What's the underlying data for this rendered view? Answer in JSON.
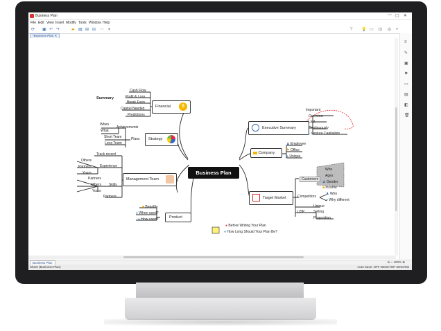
{
  "window": {
    "title": "Business Plan",
    "minimize": "—",
    "maximize": "▢",
    "close": "✕"
  },
  "menu": [
    "File",
    "Edit",
    "View",
    "Insert",
    "Modify",
    "Tools",
    "Window",
    "Help"
  ],
  "document_tab": "*Business Plan",
  "mindmap": {
    "central": "Business Plan",
    "summary_label": "Summary",
    "financial": {
      "label": "Financial",
      "items": [
        "Cash Flow",
        "Profit & Loss",
        "Break Even",
        "Capital Needed",
        "Predictions"
      ]
    },
    "strategy": {
      "label": "Strategy",
      "achievements": "Achievements",
      "when": "When",
      "what": "What",
      "plans": "Plans",
      "short_team": "Short Team",
      "long_team": "Long Team"
    },
    "management": {
      "label": "Management Team",
      "track_record": "Track record",
      "experience": "Experience",
      "skills": "Skills",
      "others": "Others",
      "partners": "Partners",
      "yours": "Yours"
    },
    "product": {
      "label": "Product",
      "benefits": "Benefits",
      "when_used": "When used?",
      "how_used": "How used?"
    },
    "executive": {
      "label": "Executive Summary",
      "important": "Important",
      "overview": "Overview",
      "last": "Last",
      "continuously": "Continuously",
      "venture": "Venture Capitalists"
    },
    "company": {
      "label": "Company",
      "items": [
        "Employee",
        "Office",
        "Unique"
      ]
    },
    "target": {
      "label": "Target Market",
      "customers": "Customers",
      "cust_items": [
        "Who",
        "Ages",
        "Gender",
        "Income"
      ],
      "competitors": "Competitors",
      "comp_items": [
        "Who",
        "Why different"
      ],
      "unique": "Unique",
      "usp": "USP",
      "selling": "Selling",
      "proposition": "Proposition"
    },
    "floating": [
      "Before Writing Your Plan",
      "How Long Should Your Plan Be?"
    ]
  },
  "sheet_tab": "Business Plan",
  "zoom": "100%",
  "status": {
    "left": "Sheet (Business Plan)",
    "right": "Auto Save: OFF   DESKTOP-2NGVMJ"
  },
  "colors": {
    "accent": "#3b6fb6",
    "central_bg": "#111111",
    "icon_yellow": "#f5b800"
  }
}
